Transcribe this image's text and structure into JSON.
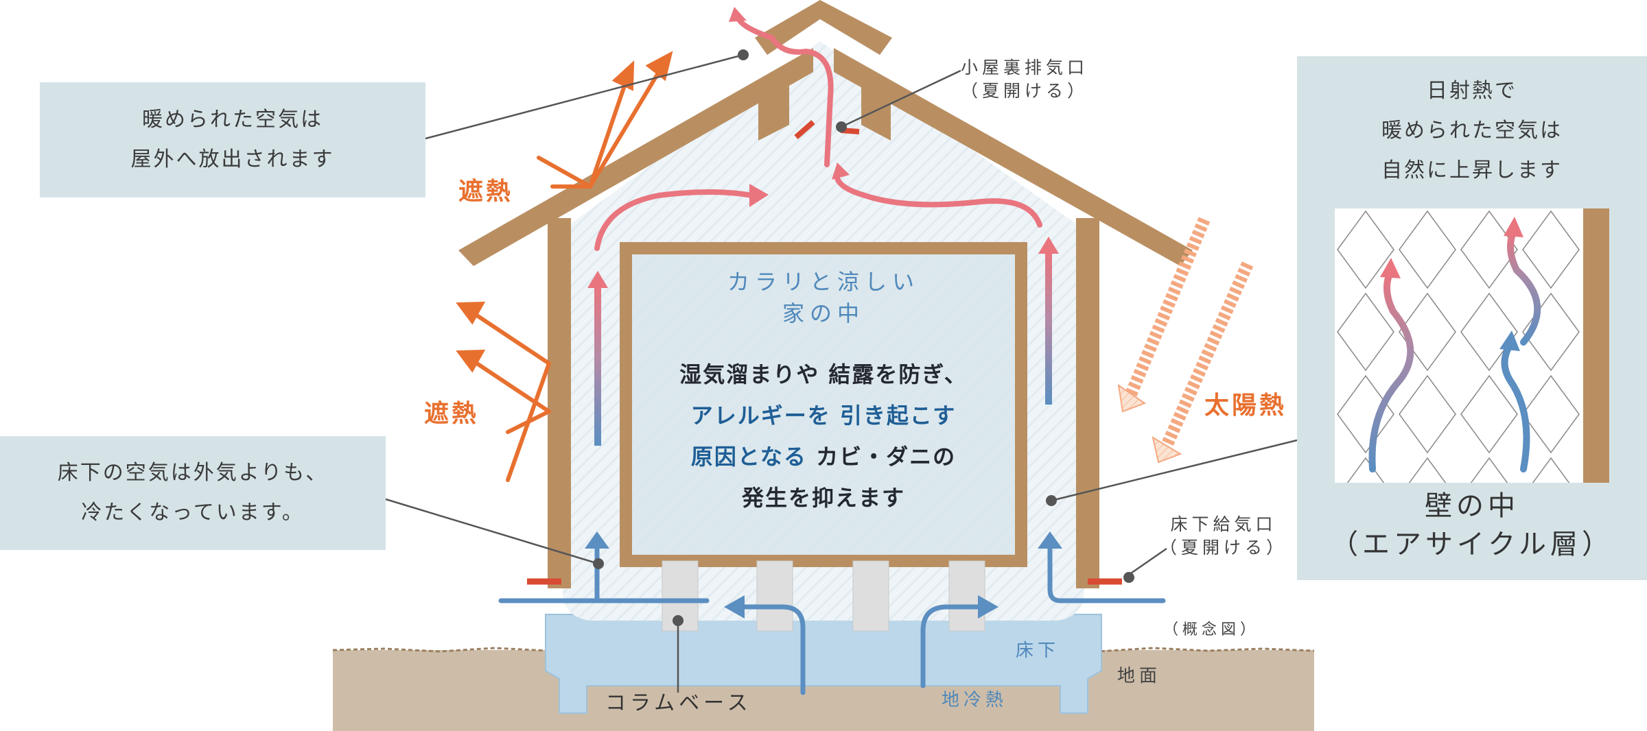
{
  "callouts": {
    "top_left": [
      "暖められた空気は",
      "屋外へ放出されます"
    ],
    "bottom_left": [
      "床下の空気は外気よりも、",
      "冷たくなっています。"
    ],
    "right": [
      "日射熱で",
      "暖められた空気は",
      "自然に上昇します"
    ]
  },
  "wall_detail": {
    "caption_line1": "壁の中",
    "caption_line2": "（エアサイクル層）"
  },
  "labels": {
    "heat_shield_roof": "遮熱",
    "heat_shield_wall": "遮熱",
    "solar_heat": "太陽熱",
    "attic_vent_line1": "小屋裏排気口",
    "attic_vent_line2": "（夏開ける）",
    "floor_vent_line1": "床下給気口",
    "floor_vent_line2": "（夏開ける）",
    "concept": "（概念図）",
    "underfloor": "床下",
    "ground": "地面",
    "column_base": "コラムベース",
    "ground_cold": "地冷熱"
  },
  "center": {
    "sub1": "カラリと涼しい",
    "sub2": "家の中",
    "line1": "湿気溜まりや 結露を防ぎ、",
    "line2": "アレルギーを 引き起こす",
    "line3a": "原因となる",
    "line3b": " カビ・ダニの",
    "line4": "発生を抑えます"
  },
  "colors": {
    "wood": "#b98f62",
    "callout_bg": "#d5e3e7",
    "heat_orange": "#e8702f",
    "warm_air": "#e9757f",
    "cool_air": "#5b8ec1",
    "underfloor_blue": "#bcd7ea",
    "ground": "#cdbda8"
  }
}
